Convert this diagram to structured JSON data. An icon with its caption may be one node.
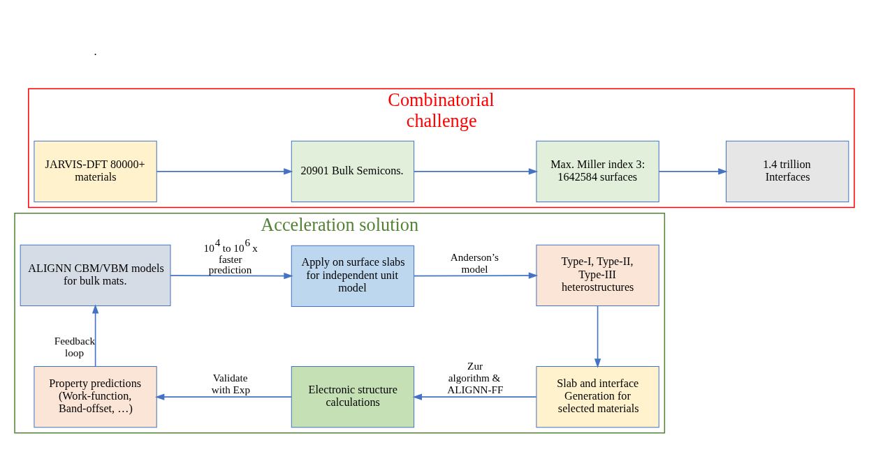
{
  "diagram": {
    "nodes": [
      {
        "text": [
          "Combinatorial challenge"
        ]
      },
      {
        "text": [
          "JARVIS-DFT 80000+ materials"
        ],
        "in": 0
      },
      {
        "text": [
          "20901 Bulk Semicons."
        ],
        "in": 0
      },
      {
        "text": [
          "Max. Miller index 3: 1642584 surfaces"
        ],
        "in": 0
      },
      {
        "text": [
          "1.4 trillion Interfaces"
        ],
        "in": 0
      },
      {
        "text": [
          "Acceleration solution"
        ]
      },
      {
        "text": [
          "ALIGNN CBM/VBM models for bulk mats."
        ],
        "in": 5
      },
      {
        "text": [
          "Apply on surface slabs for independent unit model"
        ],
        "in": 5
      },
      {
        "text": [
          "Type-I, Type-II, Type-III heterostructures"
        ],
        "in": 5
      },
      {
        "text": [
          "Property predictions (Work-function, Band-offset, …)"
        ],
        "in": 5
      },
      {
        "text": [
          "Electronic structure calculations"
        ],
        "in": 5
      },
      {
        "text": [
          "Slab and interface Generation for selected materials"
        ],
        "in": 5
      }
    ],
    "edges": [
      {
        "from": 1,
        "to": 2,
        "arrow": "to"
      },
      {
        "from": 2,
        "to": 3,
        "arrow": "to"
      },
      {
        "from": 3,
        "to": 4,
        "arrow": "to"
      },
      {
        "from": 6,
        "to": 7,
        "arrow": "to",
        "label": "10$^{4}$ to 10$^{6}$ x faster prediction"
      },
      {
        "from": 7,
        "to": 8,
        "arrow": "to",
        "label": "Anderson’s model"
      },
      {
        "from": 8,
        "to": 11,
        "arrow": "to"
      },
      {
        "from": 11,
        "to": 10,
        "arrow": "to",
        "label": "Zur algorithm & ALIGNN-FF"
      },
      {
        "from": 10,
        "to": 9,
        "arrow": "to",
        "label": "Validate with Exp"
      },
      {
        "from": 9,
        "to": 6,
        "arrow": "to",
        "label": "Feedback loop"
      }
    ],
    "labels": [
      "."
    ]
  }
}
